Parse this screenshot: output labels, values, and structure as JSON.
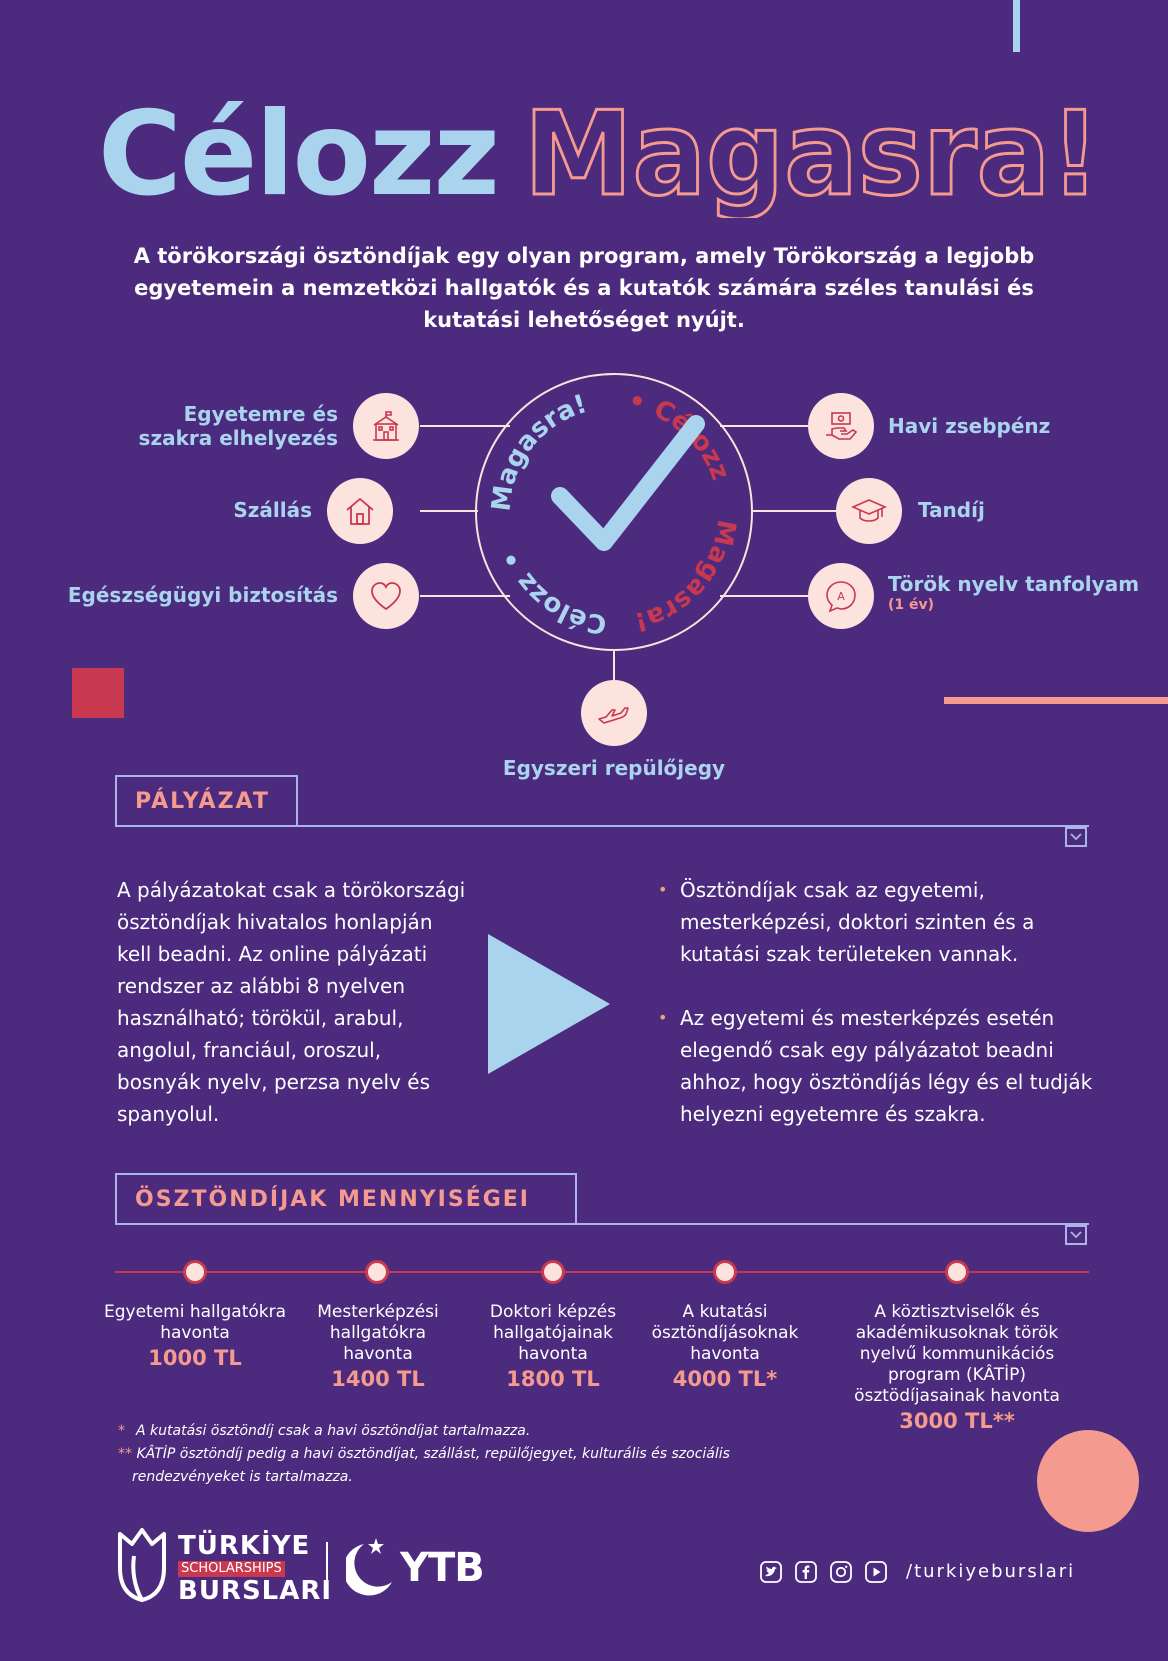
{
  "title": {
    "part1": "Célozz",
    "part2": "Magasra!"
  },
  "intro": "A törökországi ösztöndíjak egy olyan program, amely Törökország a legjobb egyetemein a nemzetközi hallgatók és a kutatók számára széles tanulási és kutatási lehetőséget nyújt.",
  "badge": {
    "top": "• Célozz",
    "right": "Magasra!",
    "bottom": "Célozz •",
    "left": "Magasra!"
  },
  "benefits": {
    "university_line1": "Egyetemre és",
    "university_line2": "szakra elhelyezés",
    "housing": "Szállás",
    "health": "Egészségügyi biztosítás",
    "allowance": "Havi zsebpénz",
    "tuition": "Tandíj",
    "language": "Török nyelv tanfolyam",
    "language_note": "(1 év)",
    "flight": "Egyszeri repülőjegy"
  },
  "icons": {
    "university": "university-building-icon",
    "housing": "house-icon",
    "health": "heart-icon",
    "allowance": "hand-money-icon",
    "tuition": "graduation-cap-icon",
    "language": "speech-bubble-icon",
    "flight": "airplane-icon",
    "check": "checkmark-icon"
  },
  "application": {
    "heading": "PÁLYÁZAT",
    "left_text": "A pályázatokat csak a törökországi ösztöndíjak hivatalos honlapján kell beadni. Az online pályázati rendszer az alábbi 8 nyelven használható; törökül, arabul, angolul, franciául, oroszul, bosnyák nyelv, perzsa nyelv és spanyolul.",
    "bullet1": "Ösztöndíjak csak az egyetemi, mesterképzési, doktori szinten és a kutatási szak területeken vannak.",
    "bullet2": "Az egyetemi és mesterképzés esetén elegendő csak egy pályázatot beadni ahhoz, hogy ösztöndíjás légy és el tudják helyezni egyetemre és szakra."
  },
  "amounts": {
    "heading": "ÖSZTÖNDÍJAK MENNYISÉGEI",
    "items": [
      {
        "label": "Egyetemi hallgatókra havonta",
        "value": "1000 TL"
      },
      {
        "label": "Mesterképzési hallgatókra havonta",
        "value": "1400 TL"
      },
      {
        "label": "Doktori képzés hallgatójainak havonta",
        "value": "1800 TL"
      },
      {
        "label": "A kutatási ösztöndíjásoknak havonta",
        "value": "4000 TL*"
      },
      {
        "label": "A köztisztviselők és akadémikusoknak török nyelvű kommunikációs program (KÂTİP) ösztödíjasainak havonta",
        "value": "3000 TL**"
      }
    ],
    "note1_mark": "*",
    "note1": "A kutatási ösztöndíj csak a havi ösztöndíjat tartalmazza.",
    "note2_mark": "**",
    "note2": "KÂTİP ösztöndíj pedig a havi ösztöndíjat, szállást, repülőjegyet, kulturális és szociális rendezvényeket is tartalmazza."
  },
  "footer": {
    "logo_line1": "TÜRKİYE",
    "logo_line2": "SCHOLARSHIPS",
    "logo_line3": "BURSLARI",
    "ytb": "YTB",
    "handle": "/turkiyeburslari"
  },
  "colors": {
    "background": "#4c2b7e",
    "light_blue": "#aad4ee",
    "salmon": "#f49a8e",
    "pink_light": "#fce3de",
    "red": "#c8384f"
  }
}
